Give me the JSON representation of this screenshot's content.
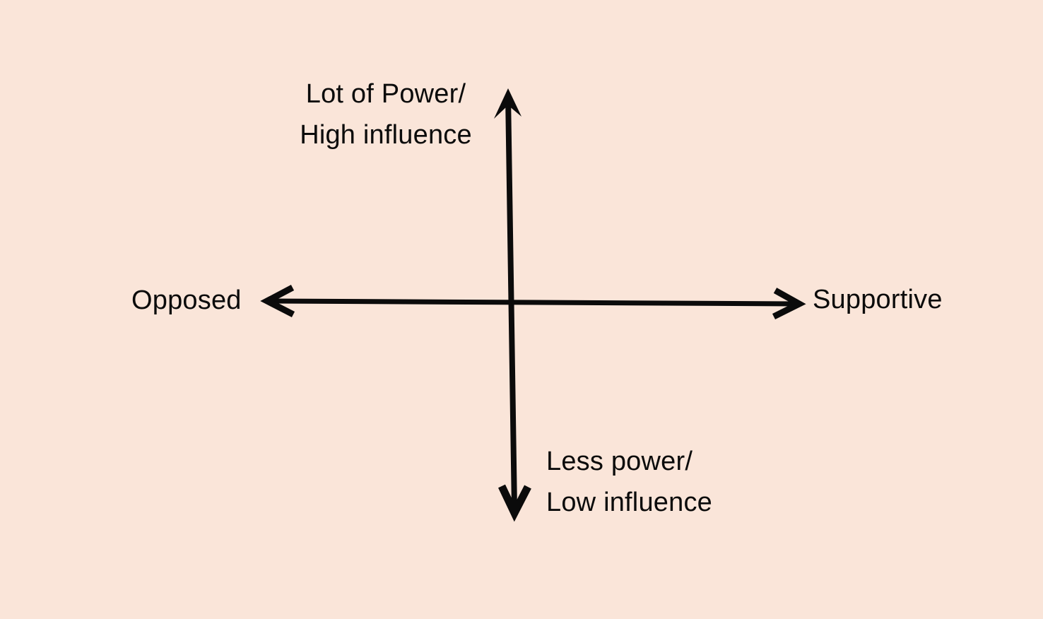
{
  "diagram": {
    "type": "quadrant-axes",
    "vertical_axis": {
      "top_label_line1": "Lot of Power/",
      "top_label_line2": "High influence",
      "bottom_label_line1": "Less power/",
      "bottom_label_line2": "Low influence"
    },
    "horizontal_axis": {
      "left_label": "Opposed",
      "right_label": "Supportive"
    }
  },
  "colors": {
    "background": "#FAE5D9",
    "arrow": "#0B0B0B",
    "text": "#0B0B0B"
  }
}
